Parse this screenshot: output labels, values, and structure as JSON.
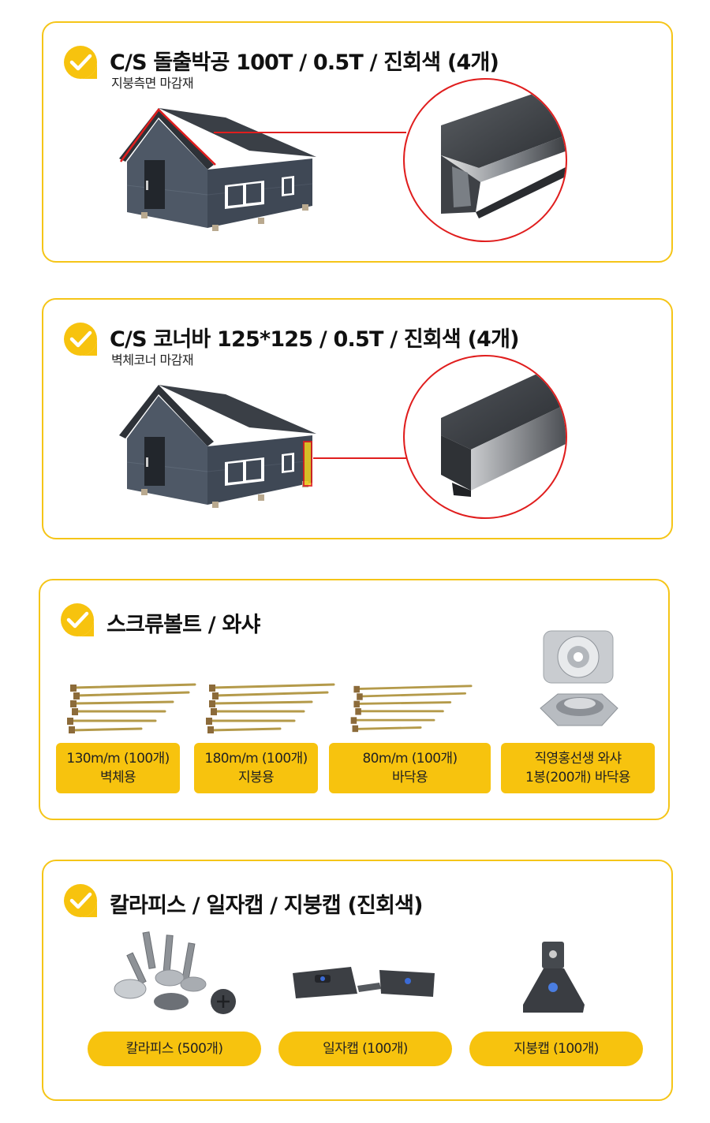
{
  "sections": [
    {
      "title": "C/S 돌출박공 100T / 0.5T / 진회색 (4개)",
      "subtitle": "지붕측면 마감재"
    },
    {
      "title": "C/S 코너바 125*125 / 0.5T / 진회색 (4개)",
      "subtitle": "벽체코너 마감재"
    },
    {
      "title": "스크류볼트 / 와샤",
      "items": [
        {
          "line1": "130m/m (100개)",
          "line2": "벽체용"
        },
        {
          "line1": "180m/m (100개)",
          "line2": "지붕용"
        },
        {
          "line1": "80m/m (100개)",
          "line2": "바닥용"
        },
        {
          "line1": "직영홍선생 와샤",
          "line2": "1봉(200개) 바닥용"
        }
      ]
    },
    {
      "title": "칼라피스 / 일자캡 / 지붕캡 (진회색)",
      "items": [
        {
          "label": "칼라피스 (500개)"
        },
        {
          "label": "일자캡 (100개)"
        },
        {
          "label": "지붕캡 (100개)"
        }
      ]
    }
  ],
  "icons": {
    "check": "check-badge-icon"
  },
  "colors": {
    "accent": "#f7c30e",
    "border": "#f5c518",
    "highlight": "#e01e1e",
    "house_wall": "#4e5866",
    "house_roof": "#3a3f46"
  }
}
